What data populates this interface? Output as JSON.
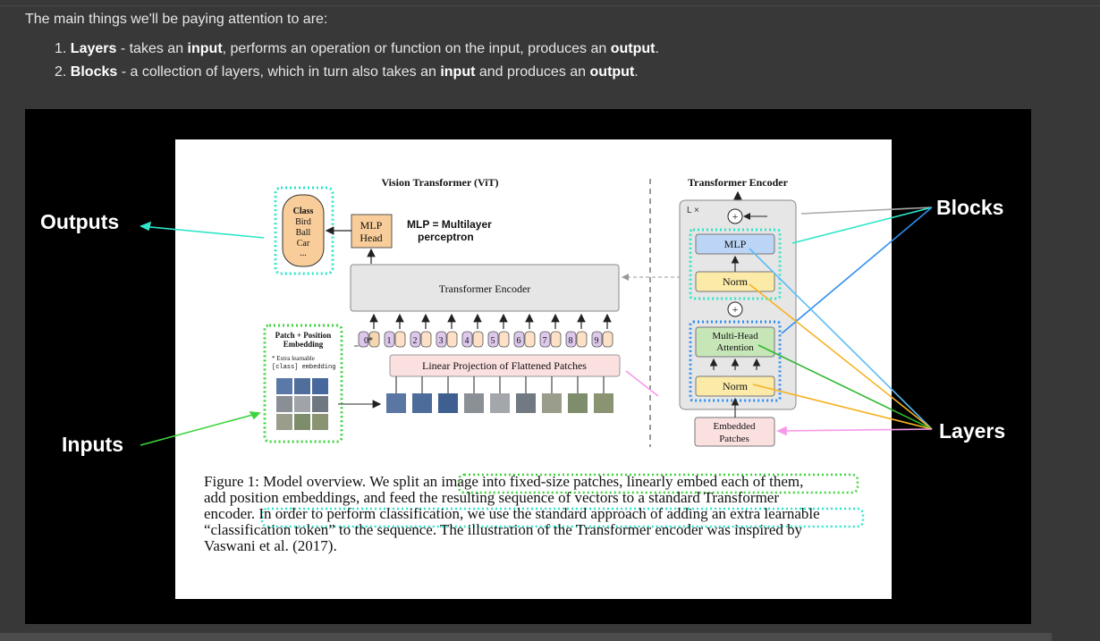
{
  "intro": {
    "heading": "The main things we'll be paying attention to are:",
    "items": [
      {
        "number": "1.",
        "term": "Layers",
        "text_a": " - takes an ",
        "bold_a": "input",
        "text_b": ", performs an operation or function on the input, produces an ",
        "bold_b": "output",
        "text_c": "."
      },
      {
        "number": "2.",
        "term": "Blocks",
        "text_a": " - a collection of layers, which in turn also takes an ",
        "bold_a": "input",
        "text_b": " and produces an ",
        "bold_b": "output",
        "text_c": "."
      }
    ]
  },
  "annotations": {
    "outputs": "Outputs",
    "inputs": "Inputs",
    "blocks": "Blocks",
    "layers": "Layers"
  },
  "diagram": {
    "title_vit": "Vision Transformer (ViT)",
    "title_encoder": "Transformer Encoder",
    "class_box": [
      "Class",
      "Bird",
      "Ball",
      "Car",
      "..."
    ],
    "mlp_head": [
      "MLP",
      "Head"
    ],
    "mlp_note": [
      "MLP = Multilayer",
      "perceptron"
    ],
    "transformer_encoder": "Transformer Encoder",
    "patch_embed_title": [
      "Patch + Position",
      "Embedding"
    ],
    "patch_embed_note": [
      "* Extra learnable",
      "[class] embedding"
    ],
    "linear_projection": "Linear Projection of Flattened Patches",
    "tokens": [
      "0*",
      "1",
      "2",
      "3",
      "4",
      "5",
      "6",
      "7",
      "8",
      "9"
    ],
    "lx": "L ×",
    "enc_mlp": "MLP",
    "enc_norm_top": "Norm",
    "enc_mha": [
      "Multi-Head",
      "Attention"
    ],
    "enc_norm_bottom": "Norm",
    "embedded_patches": [
      "Embedded",
      "Patches"
    ],
    "plus": "+"
  },
  "caption": [
    "Figure 1: Model overview. We split an image into fixed-size patches, linearly embed each of them,",
    "add position embeddings, and feed the resulting sequence of vectors to a standard Transformer",
    "encoder. In order to perform classification, we use the standard approach of adding an extra learnable",
    "“classification token” to the sequence. The illustration of the Transformer encoder was inspired by",
    "Vaswani et al. (2017)."
  ],
  "colors": {
    "background": "#383838",
    "outputs_arrow": "#2ee6c9",
    "inputs_arrow": "#3fd43f",
    "blocks_arrow_gray": "#aaaaaa",
    "blocks_arrow_teal": "#2ee6c9",
    "blocks_arrow_blue": "#2f8ff0",
    "layers_arrow_blue": "#5bbcf5",
    "layers_arrow_orange": "#f5b324",
    "layers_arrow_green": "#2db82d",
    "layers_arrow_pink": "#f59ae8"
  }
}
